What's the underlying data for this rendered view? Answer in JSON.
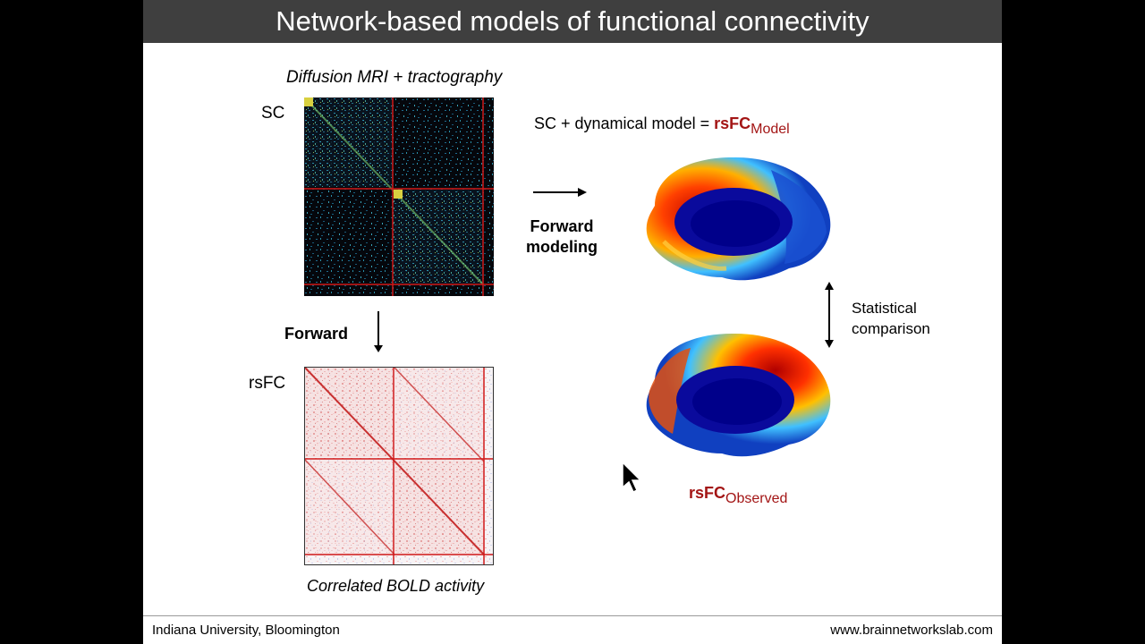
{
  "slide": {
    "title": "Network-based models of functional connectivity",
    "sc_caption": "Diffusion MRI + tractography",
    "sc_label": "SC",
    "forward_label": "Forward",
    "rsfc_label": "rsFC",
    "bold_caption": "Correlated BOLD activity",
    "model_text_prefix": "SC + dynamical model = ",
    "model_rsfc": "rsFC",
    "model_sub": "Model",
    "forward_modeling_line1": "Forward",
    "forward_modeling_line2": "modeling",
    "stat_line1": "Statistical",
    "stat_line2": "comparison",
    "observed_rsfc": "rsFC",
    "observed_sub": "Observed",
    "footer_left": "Indiana University, Bloomington",
    "footer_right": "www.brainnetworkslab.com"
  },
  "colors": {
    "title_bar": "#3f3f3f",
    "accent_red": "#a31515",
    "matrix_dark": "#05070c",
    "matrix_divider": "#d01818"
  }
}
